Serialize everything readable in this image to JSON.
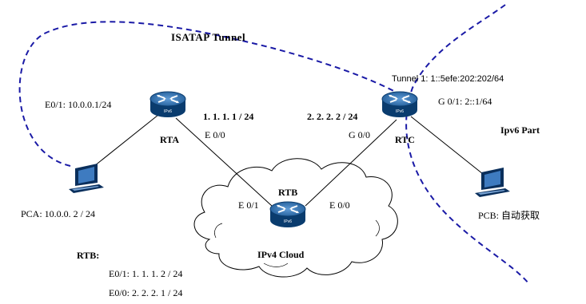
{
  "title": "ISATAP   Tunnel",
  "routers": {
    "rta": {
      "name": "RTA",
      "badge": "IPv6"
    },
    "rtb": {
      "name": "RTB",
      "badge": "IPv6"
    },
    "rtc": {
      "name": "RTC",
      "badge": "IPv6"
    }
  },
  "hosts": {
    "pca": {
      "label": "PCA:  10.0.0. 2 / 24"
    },
    "pcb": {
      "label": "PCB:  自动获取"
    }
  },
  "interfaces": {
    "rta_e01": "E0/1: 10.0.0.1/24",
    "rta_ip": "1. 1. 1. 1 / 24",
    "rta_e00": "E 0/0",
    "rtc_ip": "2. 2. 2. 2 / 24",
    "rtc_g00": "G 0/0",
    "rtc_tunnel": "Tunnel 1: 1::5efe:202:202/64",
    "rtc_g01": "G 0/1: 2::1/64",
    "rtb_e01": "E 0/1",
    "rtb_e00": "E 0/0"
  },
  "cloud_label": "IPv4 Cloud",
  "ipv6_part": "Ipv6 Part",
  "rtb_info": {
    "heading": "RTB:",
    "e01": "E0/1:   1. 1. 1. 2 / 24",
    "e00": "E0/0:   2. 2. 2. 1 / 24"
  },
  "colors": {
    "dashed_line": "#1a1aa6",
    "router_body": "#0a3c6e",
    "router_top": "#2f72b5",
    "link": "#000000"
  },
  "icons": {
    "router": "router-icon",
    "pc": "pc-icon",
    "cloud": "cloud-icon"
  }
}
